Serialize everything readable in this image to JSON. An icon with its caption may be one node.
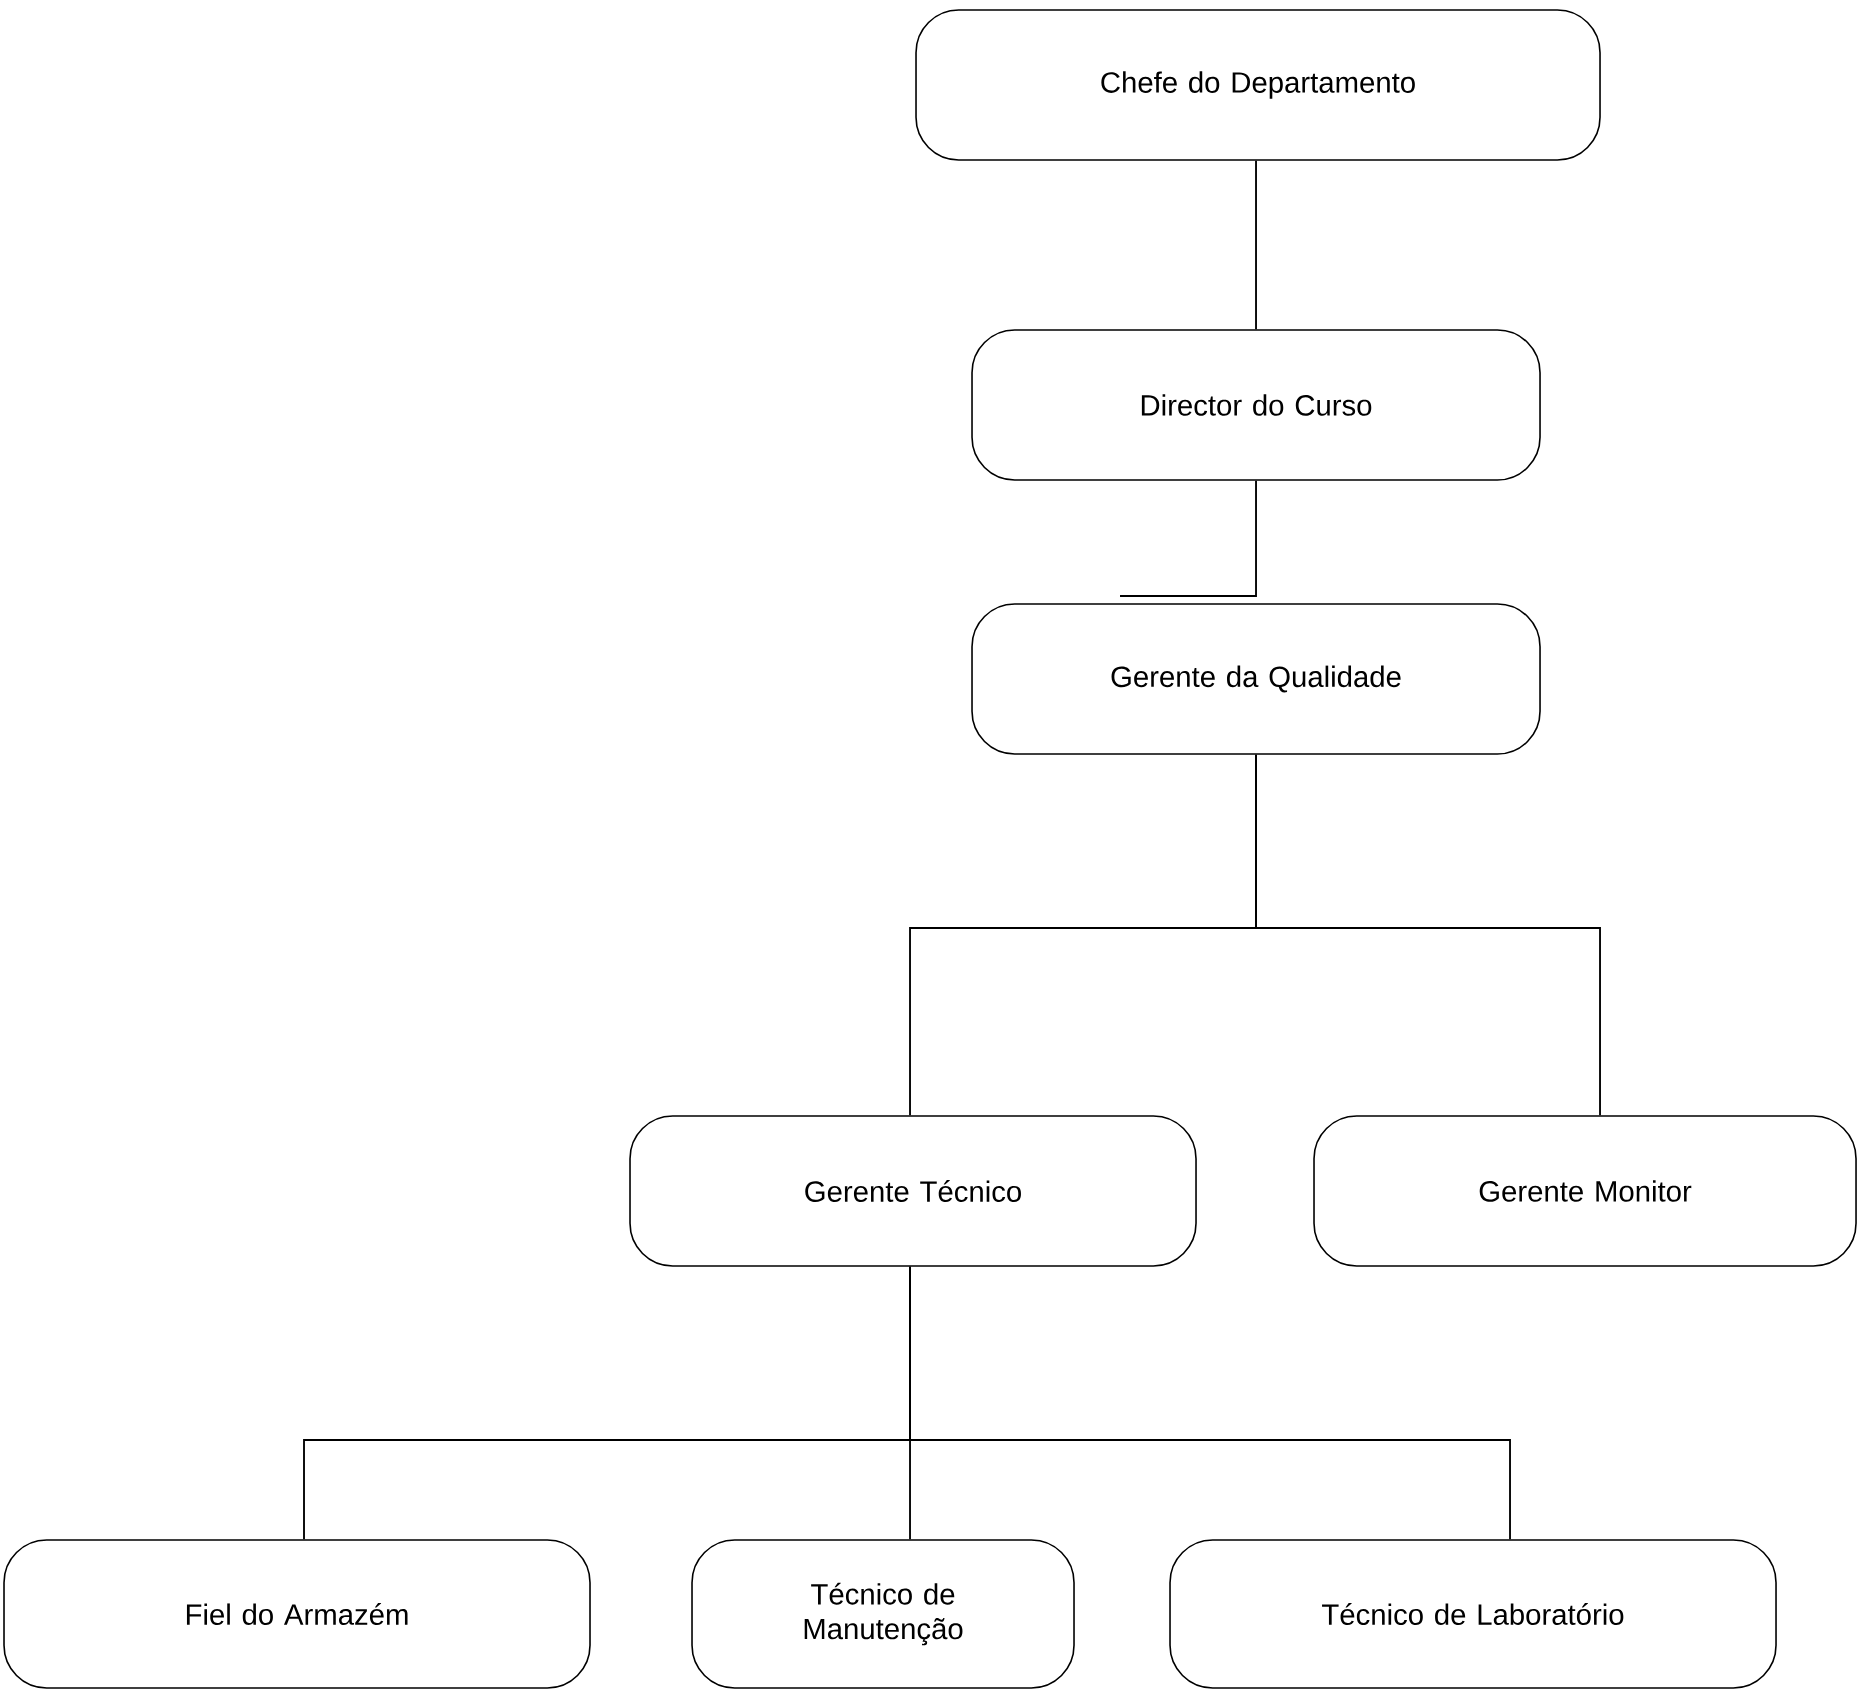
{
  "diagram": {
    "nodes": [
      {
        "text": [
          "Chefe do Departamento"
        ]
      },
      {
        "text": [
          "Director do Curso"
        ]
      },
      {
        "text": [
          "Gerente da Qualidade"
        ]
      },
      {
        "text": [
          "Gerente Técnico"
        ]
      },
      {
        "text": [
          "Gerente Monitor"
        ]
      },
      {
        "text": [
          "Fiel do Armazém"
        ]
      },
      {
        "text": [
          "Técnico de Manutenção"
        ]
      },
      {
        "text": [
          "Técnico de Laboratório"
        ]
      }
    ],
    "edges": [
      {
        "from": 0,
        "to": 1,
        "arrow": "none"
      },
      {
        "from": 1,
        "to": 2,
        "arrow": "none"
      },
      {
        "from": 2,
        "to": 3,
        "arrow": "none"
      },
      {
        "from": 2,
        "to": 4,
        "arrow": "none"
      },
      {
        "from": 3,
        "to": 5,
        "arrow": "none"
      },
      {
        "from": 3,
        "to": 6,
        "arrow": "none"
      },
      {
        "from": 3,
        "to": 7,
        "arrow": "none"
      }
    ]
  }
}
